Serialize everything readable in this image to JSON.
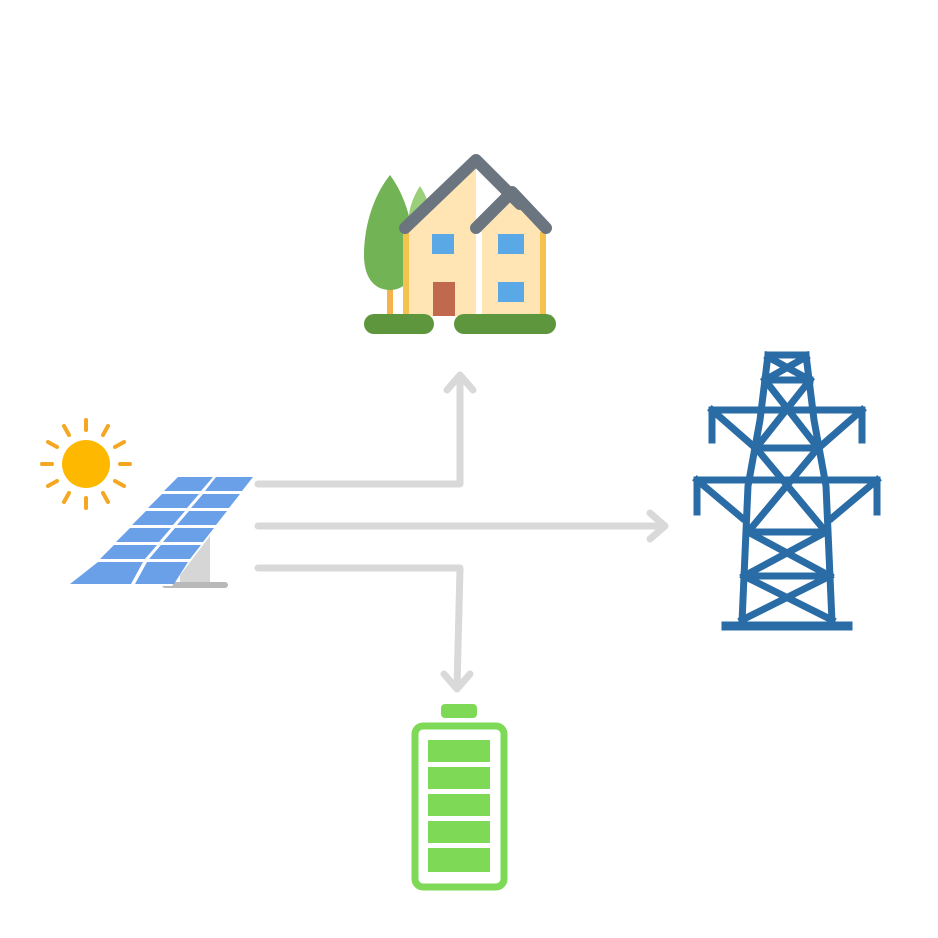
{
  "diagram": {
    "nodes": [
      {
        "id": "solar",
        "icon": "solar-panel-with-sun-icon"
      },
      {
        "id": "house",
        "icon": "house-icon"
      },
      {
        "id": "grid",
        "icon": "power-pylon-icon"
      },
      {
        "id": "battery",
        "icon": "battery-icon",
        "level": 1.0
      }
    ],
    "edges": [
      {
        "from": "solar",
        "to": "house"
      },
      {
        "from": "solar",
        "to": "grid"
      },
      {
        "from": "solar",
        "to": "battery"
      }
    ]
  },
  "colors": {
    "arrow": "#d9d9d9",
    "sun": "#ffb800",
    "sun_rays": "#f5a623",
    "panel": "#6aa0e8",
    "panel_stand": "#d6d6d6",
    "pylon": "#2a6ca6",
    "battery": "#7ed957",
    "house_wall": "#ffe5b4",
    "house_roof": "#6b7580",
    "house_window": "#5aa9e6",
    "house_door": "#c0694e",
    "tree": "#72b356",
    "grass": "#5e963e"
  }
}
